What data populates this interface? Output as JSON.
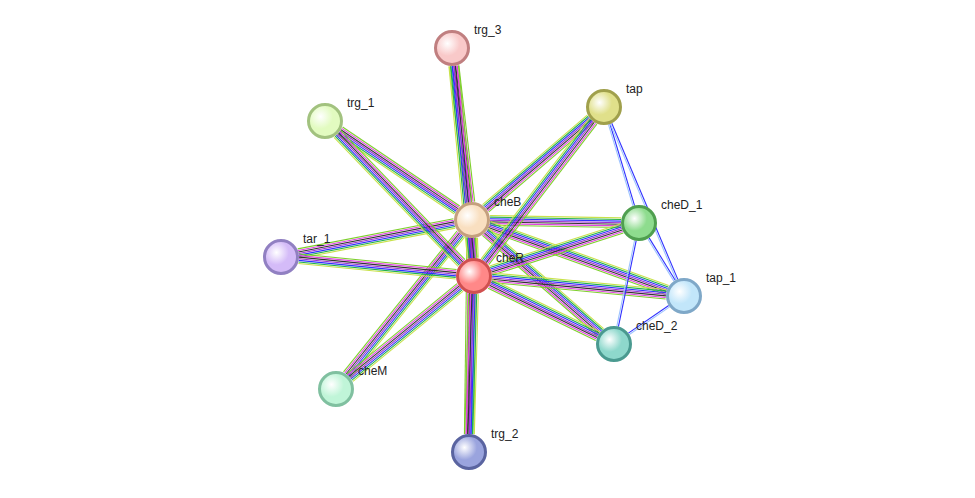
{
  "diagram": {
    "nodes": [
      {
        "text": [
          "trg_3"
        ]
      },
      {
        "text": [
          "tap"
        ]
      },
      {
        "text": [
          "trg_1"
        ]
      },
      {
        "text": [
          "cheB"
        ]
      },
      {
        "text": [
          "cheD_1"
        ]
      },
      {
        "text": [
          "tar_1"
        ]
      },
      {
        "text": [
          "cheR"
        ]
      },
      {
        "text": [
          "tap_1"
        ]
      },
      {
        "text": [
          "cheD_2"
        ]
      },
      {
        "text": [
          "cheM"
        ]
      },
      {
        "text": [
          "trg_2"
        ]
      }
    ],
    "edges": [
      {
        "from": 3,
        "to": 0,
        "arrow": "none"
      },
      {
        "from": 3,
        "to": 1,
        "arrow": "none"
      },
      {
        "from": 3,
        "to": 2,
        "arrow": "none"
      },
      {
        "from": 3,
        "to": 4,
        "arrow": "none"
      },
      {
        "from": 3,
        "to": 5,
        "arrow": "none"
      },
      {
        "from": 3,
        "to": 6,
        "arrow": "none"
      },
      {
        "from": 3,
        "to": 7,
        "arrow": "none"
      },
      {
        "from": 3,
        "to": 8,
        "arrow": "none"
      },
      {
        "from": 3,
        "to": 9,
        "arrow": "none"
      },
      {
        "from": 3,
        "to": 10,
        "arrow": "none"
      },
      {
        "from": 6,
        "to": 0,
        "arrow": "none"
      },
      {
        "from": 6,
        "to": 1,
        "arrow": "none"
      },
      {
        "from": 6,
        "to": 2,
        "arrow": "none"
      },
      {
        "from": 6,
        "to": 4,
        "arrow": "none"
      },
      {
        "from": 6,
        "to": 5,
        "arrow": "none"
      },
      {
        "from": 6,
        "to": 7,
        "arrow": "none"
      },
      {
        "from": 6,
        "to": 8,
        "arrow": "none"
      },
      {
        "from": 6,
        "to": 9,
        "arrow": "none"
      },
      {
        "from": 6,
        "to": 10,
        "arrow": "none"
      },
      {
        "from": 1,
        "to": 4,
        "arrow": "none"
      },
      {
        "from": 1,
        "to": 7,
        "arrow": "none"
      },
      {
        "from": 4,
        "to": 7,
        "arrow": "none"
      },
      {
        "from": 4,
        "to": 8,
        "arrow": "none"
      },
      {
        "from": 8,
        "to": 7,
        "arrow": "none"
      }
    ]
  }
}
